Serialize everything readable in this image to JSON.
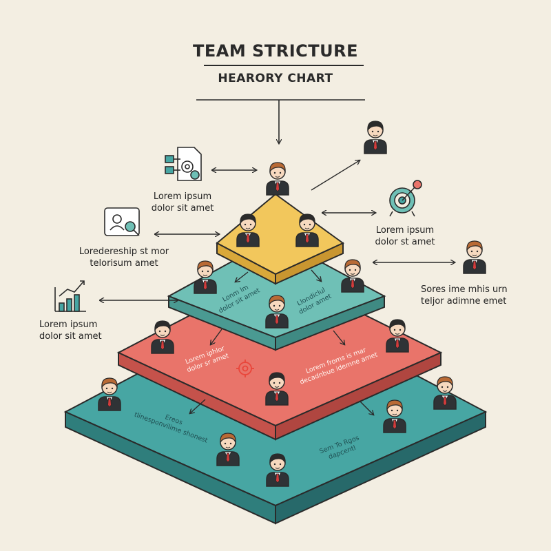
{
  "title": "TEAM STRICTURE",
  "subtitle": "HEARORY CHART",
  "side_labels": {
    "top_left": {
      "line1": "Lorem ipsum",
      "line2": "dolor sit amet"
    },
    "mid_left": {
      "line1": "Loredereship st mor",
      "line2": "telorisum amet"
    },
    "low_left": {
      "line1": "Lorem ipsum",
      "line2": "dolor sit amet"
    },
    "top_right": {
      "line1": "Lorem ipsum",
      "line2": "dolor st amet"
    },
    "mid_right": {
      "line1": "Sores ime mhis urn",
      "line2": "teljor adimne emet"
    }
  },
  "tier_labels": {
    "teal_left": {
      "line1": "Lonm lm",
      "line2": "dolor sit amet"
    },
    "teal_right": {
      "line1": "Llondiclul",
      "line2": "dolor amet"
    },
    "coral_left": {
      "line1": "Lorem iphlor",
      "line2": "dolor sr amet"
    },
    "coral_right": {
      "line1": "Lorem froms is mar",
      "line2": "decadnbue idemne amet"
    },
    "base_left": {
      "line1": "Ereos",
      "line2": "tlinesponvilime shonest"
    },
    "base_right": {
      "line1": "Sem To Rgos",
      "line2": "dapcentl"
    }
  },
  "colors": {
    "background": "#f3eee2",
    "tier_top": "#f2c75c",
    "tier_teal": "#6fc0b6",
    "tier_coral": "#e9746a",
    "tier_base": "#47a6a3",
    "outline": "#2a2a2a",
    "hair_brown": "#b96a35",
    "hair_dark": "#2b2b2b",
    "suit": "#2f3336",
    "tie": "#d23b3b"
  },
  "icons": [
    "flowchart-gear-icon",
    "profile-search-icon",
    "bar-chart-growth-icon",
    "target-icon",
    "gear-icon"
  ]
}
